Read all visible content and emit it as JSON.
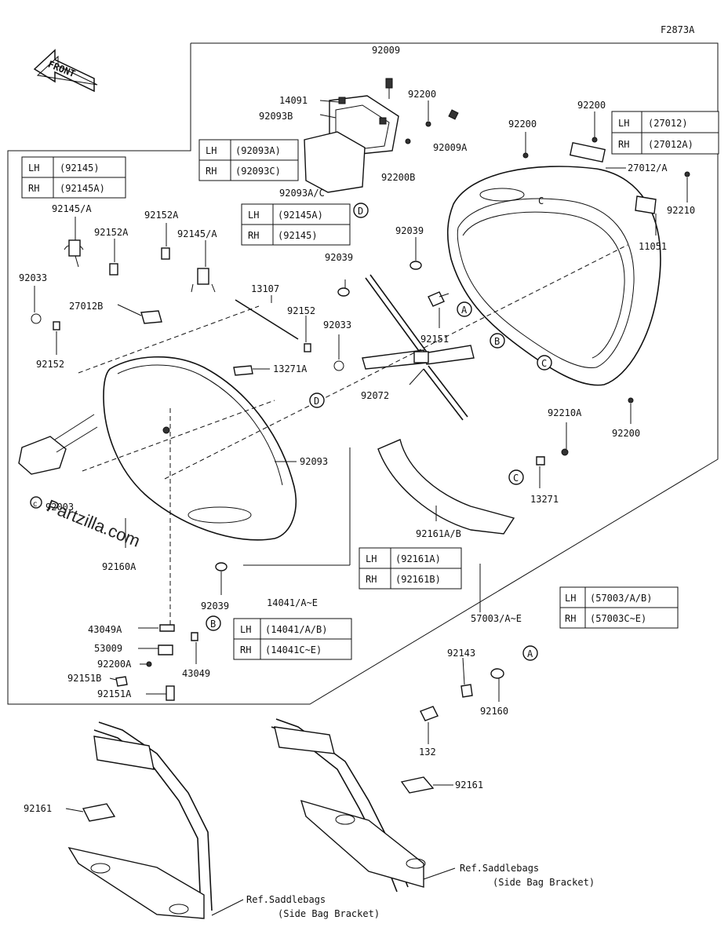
{
  "figure_code": "F2873A",
  "front_label": "FRONT",
  "watermark": "Partzilla.com",
  "callouts": {
    "p92009": "92009",
    "p14091": "14091",
    "p92093B": "92093B",
    "p92200_top": "92200",
    "p92009A": "92009A",
    "p92200B": "92200B",
    "p92200_mid": "92200",
    "p92200_right": "92200",
    "p27012A": "27012/A",
    "p92210": "92210",
    "p11051": "11051",
    "p92093AC": "92093A/C",
    "p92039_a": "92039",
    "p92039_b": "92039",
    "p92151": "92151",
    "p92072": "92072",
    "p92200_low": "92200",
    "p92210A": "92210A",
    "p13271": "13271",
    "p92161AB": "92161A/B",
    "p92145A_l": "92145/A",
    "p92152A_l": "92152A",
    "p92152A_r": "92152A",
    "p92145A_r": "92145/A",
    "p92033_l": "92033",
    "p27012B": "27012B",
    "p92152_l": "92152",
    "p13107": "13107",
    "p92152_r": "92152",
    "p92033_r": "92033",
    "p13271A": "13271A",
    "p92093": "92093",
    "p92003": "92003",
    "p92160A": "92160A",
    "p92039_c": "92039",
    "p14041": "14041/A~E",
    "p57003": "57003/A~E",
    "p43049A": "43049A",
    "p53009": "53009",
    "p92200A": "92200A",
    "p92151B": "92151B",
    "p92151A": "92151A",
    "p43049": "43049",
    "p92143": "92143",
    "p92160": "92160",
    "p132": "132",
    "p92161_l": "92161",
    "p92161_r": "92161",
    "ref_left_1": "Ref.Saddlebags",
    "ref_left_2": "(Side Bag Bracket)",
    "ref_right_1": "Ref.Saddlebags",
    "ref_right_2": "(Side Bag Bracket)"
  },
  "markers": {
    "A": "A",
    "B": "B",
    "C": "C",
    "D": "D"
  },
  "tables": {
    "t92093": {
      "rows": [
        [
          "LH",
          "(92093A)"
        ],
        [
          "RH",
          "(92093C)"
        ]
      ]
    },
    "t92145_top": {
      "rows": [
        [
          "LH",
          "(92145)"
        ],
        [
          "RH",
          "(92145A)"
        ]
      ]
    },
    "t92145_mid": {
      "rows": [
        [
          "LH",
          "(92145A)"
        ],
        [
          "RH",
          "(92145)"
        ]
      ]
    },
    "t27012": {
      "rows": [
        [
          "LH",
          "(27012)"
        ],
        [
          "RH",
          "(27012A)"
        ]
      ]
    },
    "t92161": {
      "rows": [
        [
          "LH",
          "(92161A)"
        ],
        [
          "RH",
          "(92161B)"
        ]
      ]
    },
    "t14041": {
      "rows": [
        [
          "LH",
          "(14041/A/B)"
        ],
        [
          "RH",
          "(14041C~E)"
        ]
      ]
    },
    "t57003": {
      "rows": [
        [
          "LH",
          "(57003/A/B)"
        ],
        [
          "RH",
          "(57003C~E)"
        ]
      ]
    }
  }
}
